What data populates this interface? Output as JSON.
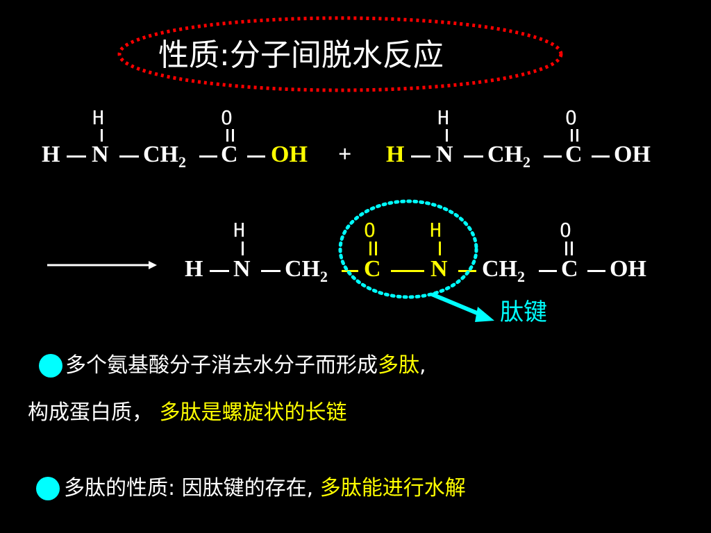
{
  "title": {
    "prefix": "性质",
    "colon": ":",
    "main": "分子间脱水反应"
  },
  "reaction": {
    "plus": "+",
    "mol1": {
      "h_top": "H",
      "o_top": "O",
      "H": "H",
      "N": "N",
      "CH": "CH",
      "sub2": "2",
      "C": "C",
      "OH": "OH"
    },
    "mol2": {
      "h_top": "H",
      "o_top": "O",
      "H": "H",
      "N": "N",
      "CH": "CH",
      "sub2": "2",
      "C": "C",
      "OH": "OH"
    },
    "product": {
      "h_top1": "H",
      "o_top1": "O",
      "h_top2": "H",
      "o_top2": "O",
      "H": "H",
      "N1": "N",
      "CH1": "CH",
      "sub1": "2",
      "C1": "C",
      "N2": "N",
      "CH2": "CH",
      "sub2": "2",
      "C2": "C",
      "OH": "OH"
    },
    "peptide_bond_label": "肽键"
  },
  "bullets": [
    {
      "line1_white": "多个氨基酸分子消去水分子而形成",
      "line1_yellow": "多肽",
      "line1_end": ",",
      "line2_white": "构成蛋白质，",
      "line2_yellow": "多肽是螺旋状的长链"
    },
    {
      "white": "多肽的性质: 因肽键的存在,",
      "yellow": "多肽能进行水解"
    }
  ],
  "colors": {
    "background": "#000000",
    "text": "#ffffff",
    "highlight": "#ffff00",
    "accent": "#00ffff",
    "oval": "#ff0000"
  }
}
